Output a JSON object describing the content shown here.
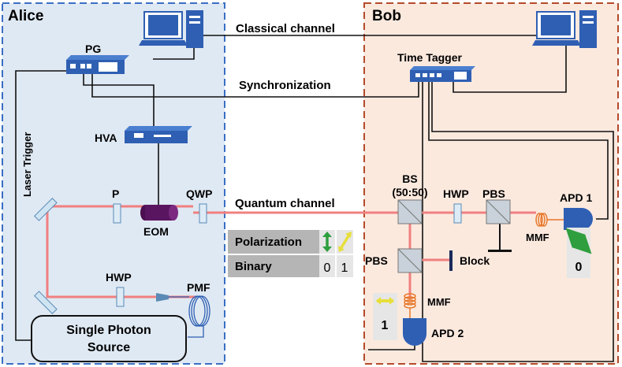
{
  "panels": {
    "alice": {
      "title": "Alice",
      "fill": "#dfe9f3",
      "border": "#3a6fc4"
    },
    "bob": {
      "title": "Bob",
      "fill": "#fbe9de",
      "border": "#b44a2a"
    }
  },
  "channels": {
    "classical": "Classical channel",
    "sync": "Synchronization",
    "quantum": "Quantum channel"
  },
  "alice": {
    "pg": "PG",
    "laser_trigger": "Laser Trigger",
    "hva": "HVA",
    "p": "P",
    "eom": "EOM",
    "qwp": "QWP",
    "hwp": "HWP",
    "pmf": "PMF",
    "source_line1": "Single Photon",
    "source_line2": "Source"
  },
  "bob": {
    "time_tagger": "Time Tagger",
    "bs_line1": "BS",
    "bs_line2": "(50:50)",
    "hwp": "HWP",
    "pbs_top": "PBS",
    "pbs_left": "PBS",
    "block": "Block",
    "mmf_1": "MMF",
    "mmf_2": "MMF",
    "apd1": "APD 1",
    "apd2": "APD 2",
    "apd1_bit": "0",
    "apd2_bit": "1"
  },
  "encoding_table": {
    "row1_label": "Polarization",
    "row2_label": "Binary",
    "bit_a": "0",
    "bit_b": "1",
    "arrow_a_icon": "vertical-arrow-icon",
    "arrow_b_icon": "diagonal-arrow-icon"
  },
  "colors": {
    "beam": "#f08080",
    "fiber": "#e8772a",
    "device": "#2f5fb3",
    "arrow_green": "#2e9e3e",
    "arrow_yellow": "#e7df3a",
    "table_gray": "#b5b5b5"
  }
}
